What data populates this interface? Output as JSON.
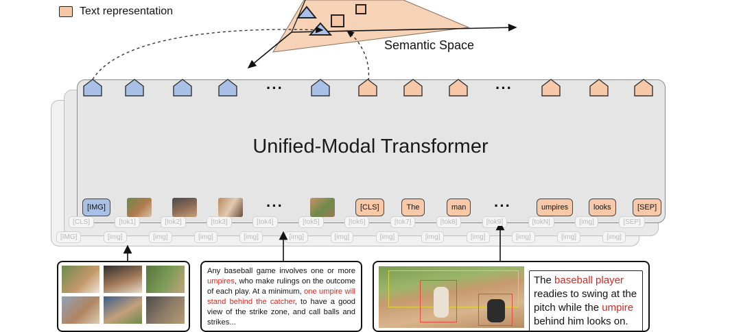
{
  "legend": {
    "label": "Text representation"
  },
  "semantic_space": {
    "label": "Semantic Space"
  },
  "transformer": {
    "title": "Unified-Modal Transformer"
  },
  "top_dots": [
    "···",
    "···"
  ],
  "tokens": {
    "img": "[IMG]",
    "cls": "[CLS]",
    "the": "The",
    "man": "man",
    "umpires": "umpires",
    "looks": "looks",
    "sep": "[SEP]",
    "dots": [
      "···",
      "···"
    ]
  },
  "ghost_tokens_row1": [
    "[CLS]",
    "[tok1]",
    "[tok2]",
    "[tok3]",
    "[tok4]",
    "[tok5]",
    "[tok6]",
    "[tok7]",
    "[tok8]",
    "[tok9]",
    "[tokN]",
    "[img]",
    "[SEP]"
  ],
  "ghost_tokens_row2": [
    "[IMG]",
    "[img]",
    "[img]",
    "[img]",
    "[img]",
    "[img]",
    "[img]",
    "[img]",
    "[img]",
    "[img]",
    "[img]",
    "[img]",
    "[img]"
  ],
  "paragraph": {
    "p1": "Any baseball game involves one or more ",
    "r1": "umpires",
    "p2": ", who make rulings on the outcome of each play. At a minimum, ",
    "r2": "one umpire will stand behind the catcher",
    "p3": ", to have a good view of the strike zone, and call balls and strikes..."
  },
  "caption": {
    "c1": "The ",
    "r1": "baseball player",
    "c2": " readies to swing at the pitch while the ",
    "r2": "umpire",
    "c3": " behind him looks on."
  },
  "colors": {
    "text_token": "#f8c9a8",
    "image_token": "#a9c1e6",
    "highlight": "#e5231d"
  }
}
